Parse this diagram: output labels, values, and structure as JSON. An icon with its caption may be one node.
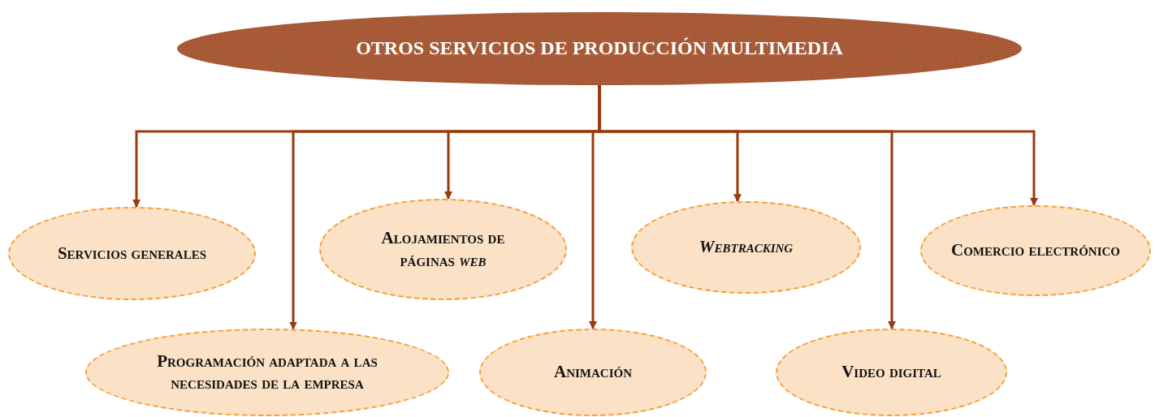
{
  "diagram": {
    "nodes": [
      {
        "text": [
          "OTROS SERVICIOS DE PRODUCCIÓN MULTIMEDIA"
        ]
      },
      {
        "text": [
          "Servicios generales"
        ]
      },
      {
        "text": [
          "Programación adaptada a las necesidades de la empresa"
        ]
      },
      {
        "text": [
          "Alojamientos de páginas *web*"
        ]
      },
      {
        "text": [
          "Animación"
        ]
      },
      {
        "text": [
          "Webtracking"
        ]
      },
      {
        "text": [
          "Video digital"
        ]
      },
      {
        "text": [
          "Comercio electrónico"
        ]
      }
    ],
    "edges": [
      {
        "from": 0,
        "to": 1,
        "arrow": "to"
      },
      {
        "from": 0,
        "to": 2,
        "arrow": "to"
      },
      {
        "from": 0,
        "to": 3,
        "arrow": "to"
      },
      {
        "from": 0,
        "to": 4,
        "arrow": "to"
      },
      {
        "from": 0,
        "to": 5,
        "arrow": "to"
      },
      {
        "from": 0,
        "to": 6,
        "arrow": "to"
      },
      {
        "from": 0,
        "to": 7,
        "arrow": "to"
      }
    ]
  }
}
